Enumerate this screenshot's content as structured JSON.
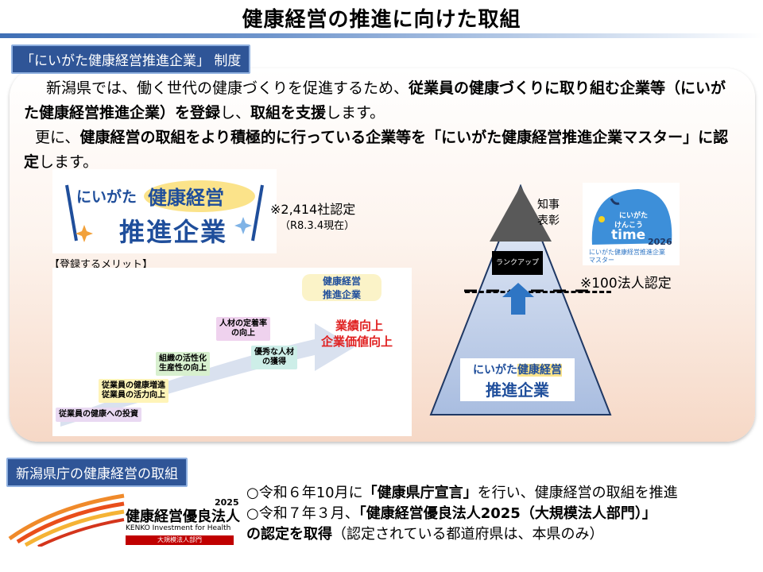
{
  "title": "健康経営の推進に向けた取組",
  "section1": {
    "label": "「にいがた健康経営推進企業」 制度",
    "para1": {
      "t1": "新潟県では、働く世代の健康づくりを促進するため、",
      "b1": "従業員の健康づくりに取り組む企業等（にいがた健康経営推進企業）を登録",
      "t2": "し、",
      "b2": "取組を支援",
      "t3": "します。"
    },
    "para2": {
      "t1": "更に、",
      "b1": "健康経営の取組をより積極的に行っている企業等を「にいがた健康経営推進企業マスター」に認定",
      "t2": "します。"
    },
    "logo": {
      "line1a": "にいがた",
      "line1b": "健康経営",
      "line2": "推進企業"
    },
    "count_note": "※2,414社認定",
    "count_date": "（R8.3.4現在）",
    "merit_title": "【登録するメリット】",
    "merit": {
      "steps": [
        "従業員の健康への投資",
        "従業員の健康増進\n従業員の活力向上",
        "組織の活性化\n生産性の向上",
        "人材の定着率\nの向上",
        "優秀な人材\nの獲得"
      ],
      "result1": "業績向上",
      "result2": "企業価値向上"
    },
    "pyramid": {
      "top_label": "知事\n表彰",
      "rank_up": "ランクアップ",
      "master_note": "※100法人認定"
    },
    "master_logo": {
      "line1": "にいがた",
      "line2": "けんこう",
      "line3": "time",
      "year": "2026",
      "caption1": "にいがた健康経営推進企業",
      "caption2": "マスター"
    }
  },
  "section2": {
    "label": "新潟県庁の健康経営の取組",
    "line1_pre": "○令和６年10月に",
    "line1_bold": "「健康県庁宣言」",
    "line1_post": "を行い、健康経営の取組を推進",
    "line2_pre": "○令和７年３月、",
    "line2_bold": "「健康経営優良法人2025（大規模法人部門）」",
    "line3_bold": "の認定を取得",
    "line3_post": "（認定されている都道府県は、本県のみ）",
    "award_logo": {
      "name": "健康経営優良法人",
      "year": "2025",
      "english": "KENKO Investment for Health",
      "category": "大規模法人部門"
    }
  },
  "colors": {
    "accent": "#2f5597",
    "result_red": "#e02020",
    "navy": "#1f3864"
  }
}
